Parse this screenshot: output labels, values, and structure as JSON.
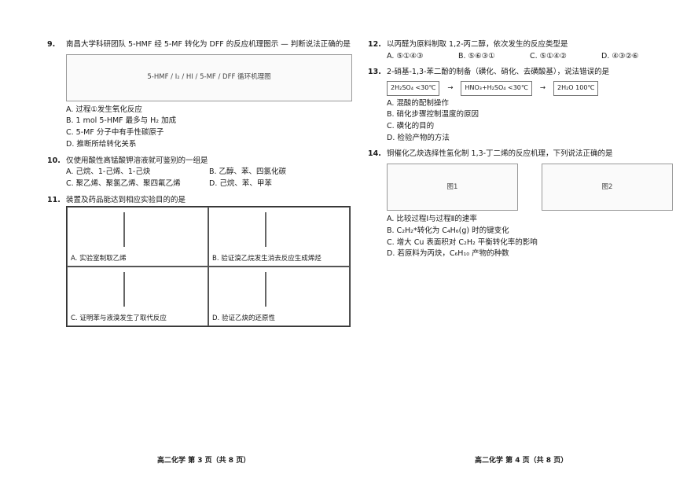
{
  "left_page": {
    "q9": {
      "num": "9.",
      "stem": "南昌大学科研团队 5-HMF 经 5-MF 转化为 DFF 的反应机理图示 — 判断说法正确的是",
      "fig": "5-HMF / I₂ / HI / 5-MF / DFF 循环机理图",
      "options": [
        "A. 过程①发生氧化反应",
        "B. 1 mol 5-HMF 最多与 H₂ 加成",
        "C. 5-MF 分子中有手性碳原子",
        "D. 推断所给转化关系"
      ]
    },
    "q10": {
      "num": "10.",
      "stem": "仅使用酸性高锰酸钾溶液就可鉴别的一组是",
      "options": [
        "A. 己烷、1-己烯、1-己炔",
        "B. 乙醇、苯、四氯化碳",
        "C. 聚乙烯、聚氯乙烯、聚四氟乙烯",
        "D. 己烷、苯、甲苯"
      ]
    },
    "q11": {
      "num": "11.",
      "stem": "装置及药品能达到相应实验目的的是",
      "cells": [
        "A. 实验室制取乙烯",
        "B. 验证溴乙烷发生消去反应生成烯烃",
        "C. 证明苯与液溴发生了取代反应",
        "D. 验证乙炔的还原性"
      ]
    },
    "footer": "高二化学 第 3 页（共 8 页）"
  },
  "right_page": {
    "q12": {
      "num": "12.",
      "stem": "以丙醛为原料制取 1,2-丙二醇，依次发生的反应类型是",
      "options": [
        "A. ⑤①④③",
        "B. ⑤⑥③①",
        "C. ⑤①④②",
        "D. ④③②⑥"
      ]
    },
    "q13": {
      "num": "13.",
      "stem": "2-硝基-1,3-苯二酚的制备（磺化、硝化、去磺酸基），说法错误的是",
      "steps": [
        "2H₂SO₄ <30℃",
        "HNO₃+H₂SO₄ <30℃",
        "2H₂O 100℃"
      ],
      "options": [
        "A. 混酸的配制操作",
        "B. 硝化步骤控制温度的原因",
        "C. 磺化的目的",
        "D. 检验产物的方法"
      ]
    },
    "q14": {
      "num": "14.",
      "stem": "铜催化乙炔选择性氢化制 1,3-丁二烯的反应机理，下列说法正确的是",
      "fig1": "图1",
      "fig2": "图2",
      "options": [
        "A. 比较过程Ⅰ与过程Ⅱ的速率",
        "B. C₂H₂*转化为 C₄H₆(g) 时的键变化",
        "C. 增大 Cu 表面积对 C₂H₂ 平衡转化率的影响",
        "D. 若原料为丙炔，C₆H₁₀ 产物的种数"
      ]
    },
    "footer": "高二化学 第 4 页（共 8 页）"
  }
}
